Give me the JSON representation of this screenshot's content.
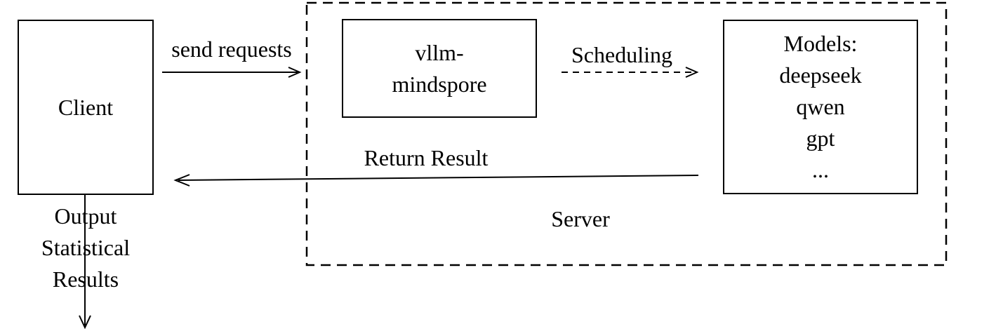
{
  "diagram": {
    "client": {
      "label": "Client"
    },
    "vllm_box": {
      "lines": [
        "vllm-",
        "mindspore"
      ]
    },
    "models_box": {
      "title": "Models:",
      "items": [
        "deepseek",
        "qwen",
        "gpt",
        "..."
      ]
    },
    "server_label": "Server",
    "arrows": {
      "send_requests_label": "send requests",
      "scheduling_label": "Scheduling",
      "return_result_label": "Return Result",
      "output_lines": [
        "Output",
        "Statistical",
        "Results"
      ]
    },
    "colors": {
      "line": "#000000",
      "background": "#ffffff",
      "text": "#000000"
    }
  }
}
